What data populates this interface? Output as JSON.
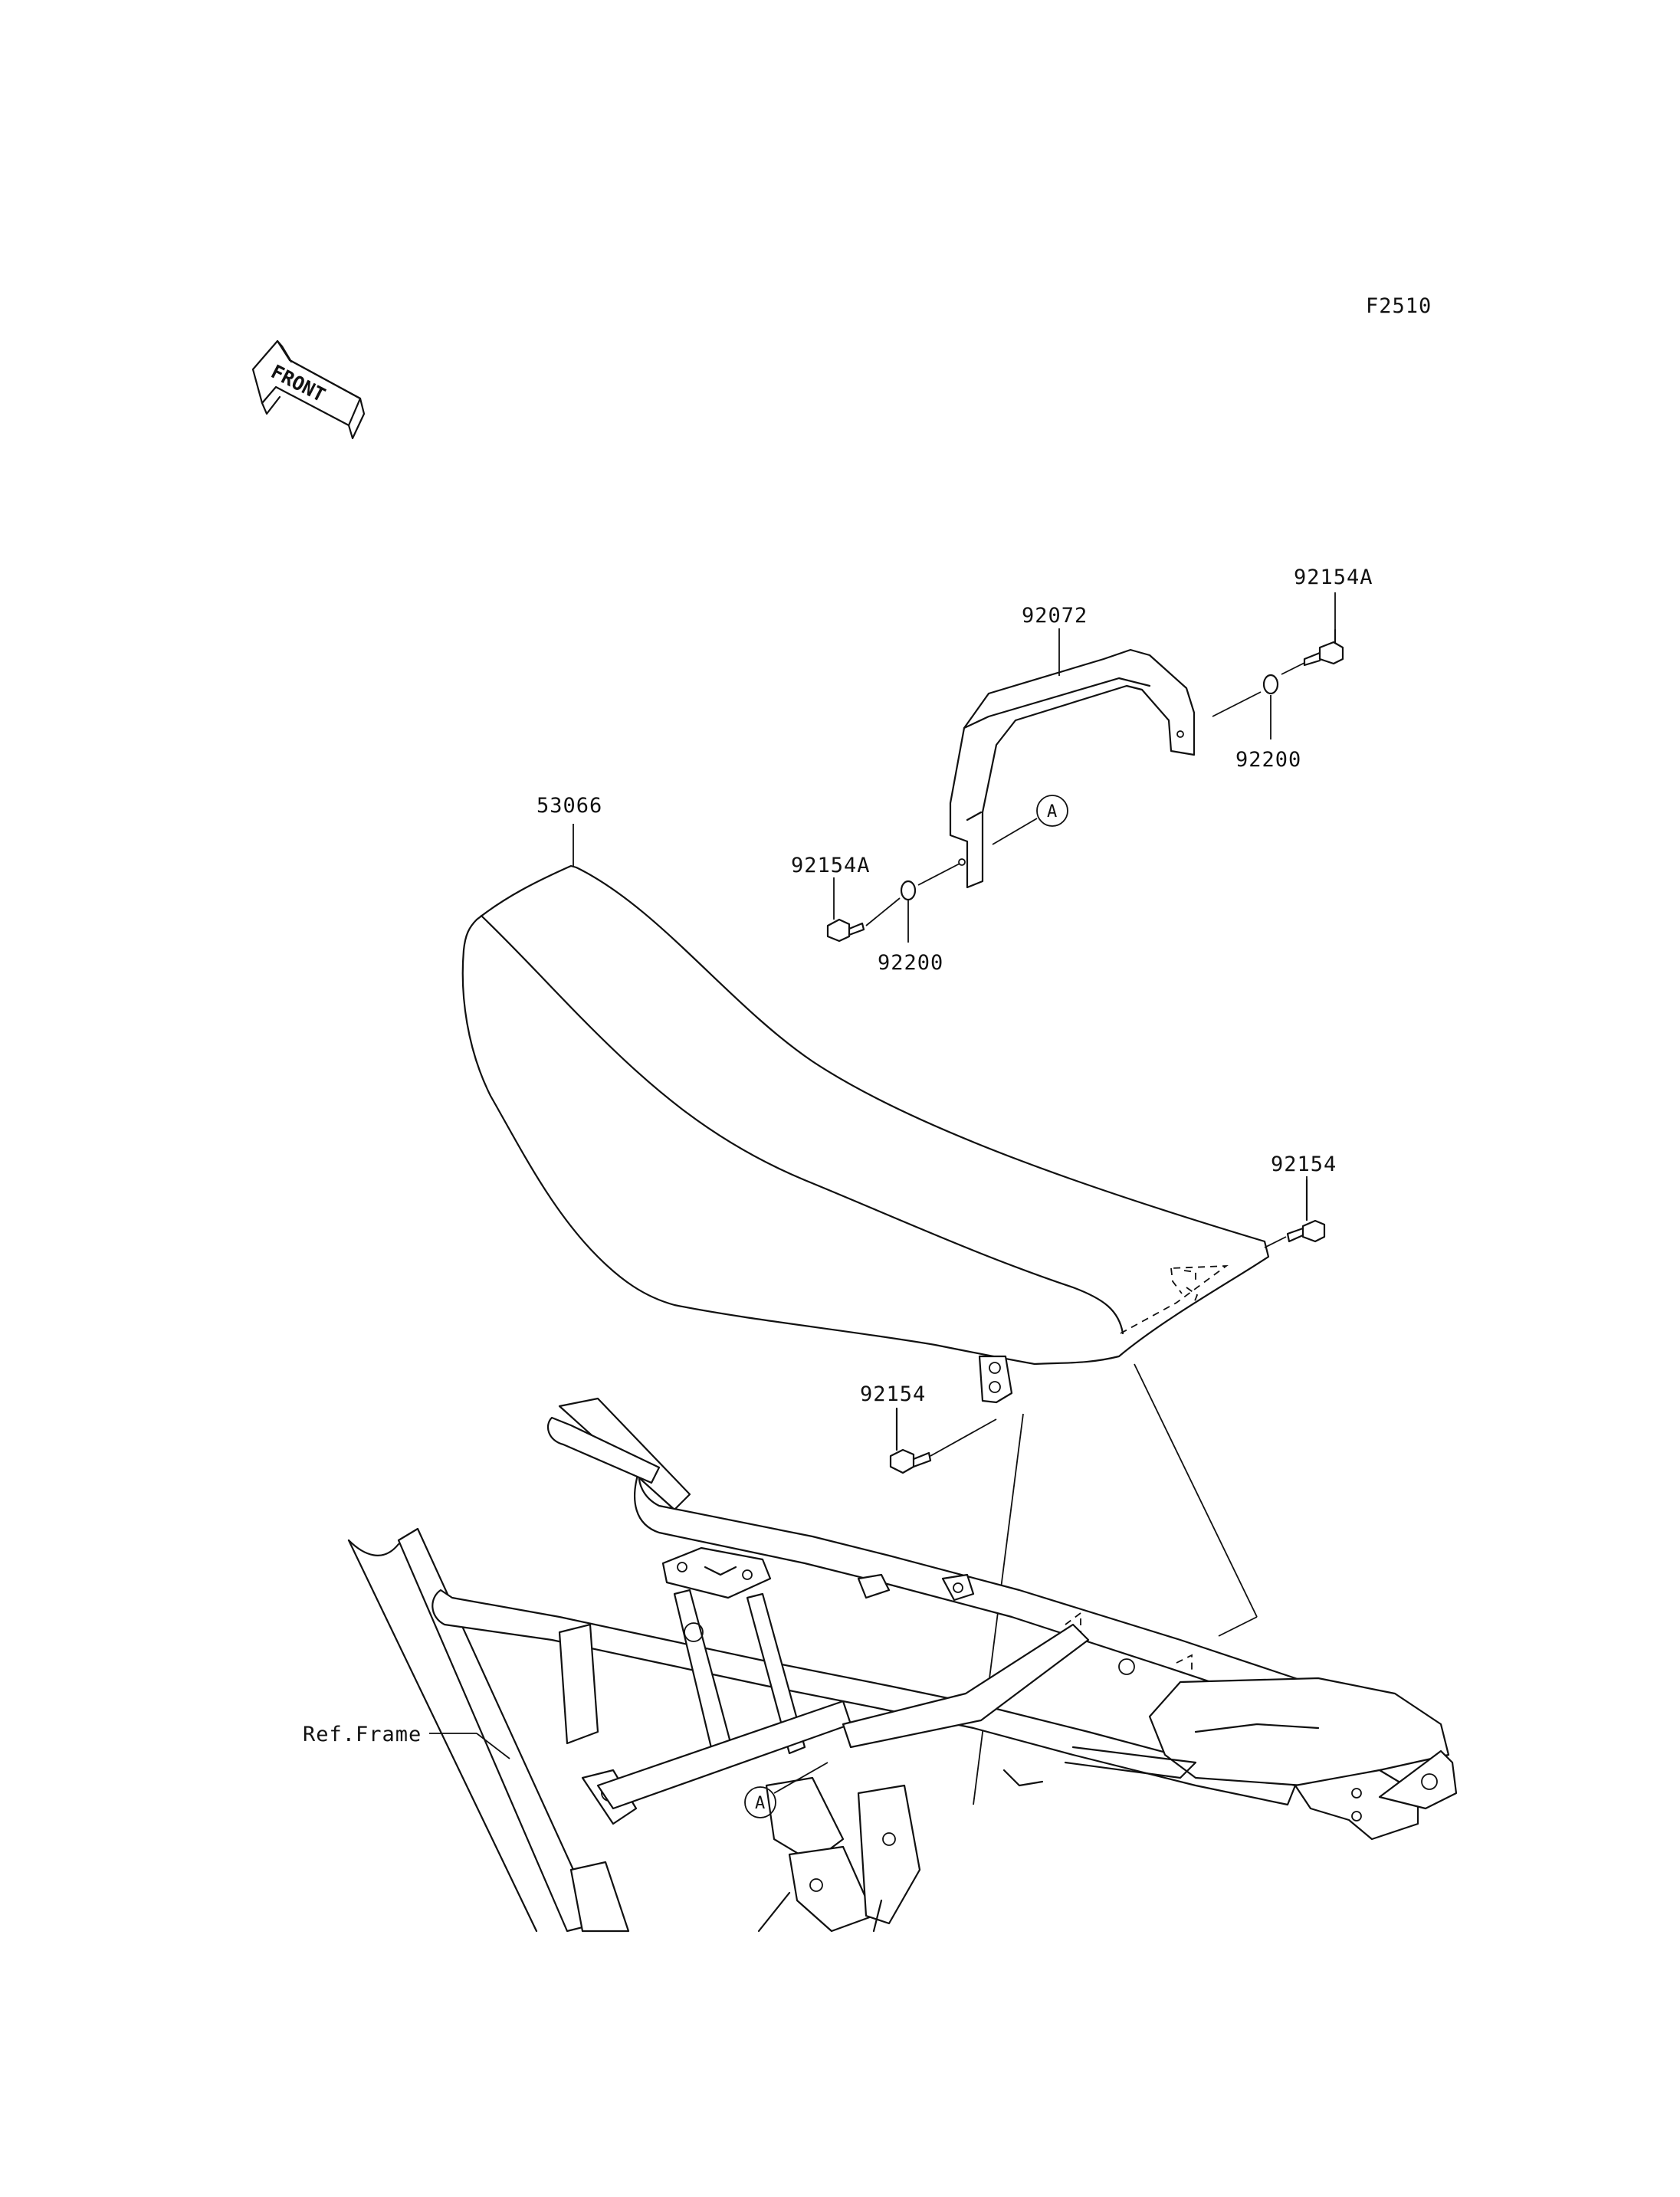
{
  "figure_code": "F2510",
  "front_marker": {
    "label": "FRONT",
    "icon": "front-arrow-icon"
  },
  "parts": {
    "seat": "53066",
    "grab_bar": "92072",
    "bolt_upper_right": "92154A",
    "bolt_upper_left": "92154A",
    "washer_right": "92200",
    "washer_left": "92200",
    "bolt_seat_rear": "92154",
    "bolt_seat_lower": "92154"
  },
  "reference_labels": {
    "frame": "Ref.Frame",
    "connector_a_upper": "A",
    "connector_a_lower": "A"
  }
}
